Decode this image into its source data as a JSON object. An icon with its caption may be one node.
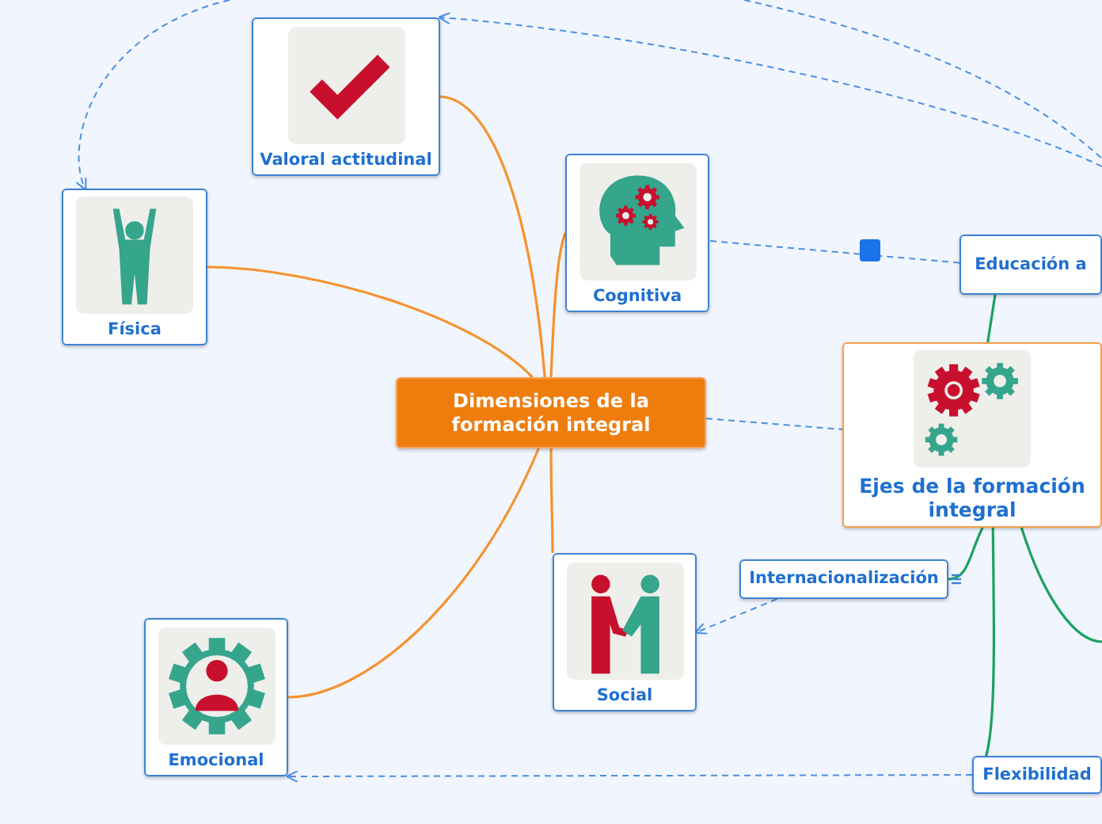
{
  "diagram": {
    "nodes": [
      {
        "text": [
          "Dimensiones de la formación integral"
        ]
      },
      {
        "text": [
          "Valoral actitudinal"
        ]
      },
      {
        "text": [
          "Física"
        ]
      },
      {
        "text": [
          "Cognitiva"
        ]
      },
      {
        "text": [
          "Social"
        ]
      },
      {
        "text": [
          "Emocional"
        ]
      },
      {
        "text": [
          "Ejes de la formación integral"
        ]
      },
      {
        "text": [
          "Educación a"
        ]
      },
      {
        "text": [
          "Internacionalización"
        ]
      },
      {
        "text": [
          "Flexibilidad"
        ]
      }
    ],
    "edges": [
      {
        "from": 0,
        "to": 1,
        "arrow": "none",
        "color": "#f5922f"
      },
      {
        "from": 0,
        "to": 2,
        "arrow": "none",
        "color": "#f5922f"
      },
      {
        "from": 0,
        "to": 3,
        "arrow": "none",
        "color": "#f5922f"
      },
      {
        "from": 0,
        "to": 4,
        "arrow": "none",
        "color": "#f5922f"
      },
      {
        "from": 0,
        "to": 5,
        "arrow": "none",
        "color": "#f5922f"
      },
      {
        "from": 6,
        "to": 7,
        "arrow": "none",
        "color": "#1aa260"
      },
      {
        "from": 6,
        "to": 8,
        "arrow": "none",
        "color": "#1aa260"
      },
      {
        "from": 6,
        "to": 9,
        "arrow": "none",
        "color": "#1aa260"
      },
      {
        "from": 6,
        "to": null,
        "arrow": "none",
        "color": "#1aa260"
      },
      {
        "from": 7,
        "to": 3,
        "arrow": "none",
        "style": "dashed"
      },
      {
        "from": 0,
        "to": 6,
        "arrow": "none",
        "style": "dashed"
      },
      {
        "from": 8,
        "to": 4,
        "arrow": "to",
        "style": "dashed"
      },
      {
        "from": 9,
        "to": 5,
        "arrow": "to",
        "style": "dashed"
      },
      {
        "from": null,
        "to": 1,
        "arrow": "to",
        "style": "dashed"
      },
      {
        "from": null,
        "to": 2,
        "arrow": "to",
        "style": "dashed"
      }
    ]
  }
}
